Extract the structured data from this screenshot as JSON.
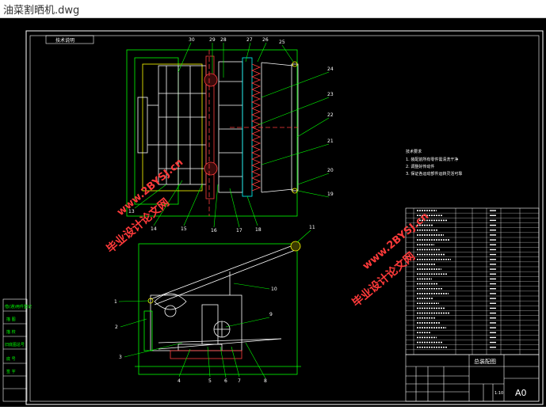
{
  "window": {
    "title": "油菜割晒机.dwg"
  },
  "drawing": {
    "frame_tag": "技术说明",
    "part_labels_top": [
      "30",
      "29",
      "28",
      "27",
      "26",
      "25",
      "24",
      "23",
      "22",
      "21",
      "20",
      "19",
      "18",
      "17",
      "16",
      "15",
      "14",
      "13"
    ],
    "part_labels_bottom": [
      "11",
      "10",
      "9",
      "8",
      "7",
      "6",
      "5",
      "4",
      "3",
      "2",
      "1"
    ],
    "watermark_line1": "www.2BYSJ.cn",
    "watermark_line2": "毕业设计论文网",
    "notes": {
      "heading": "技术要求",
      "lines": [
        "1. 装配前所有零件需清洗干净",
        "2. 调整好传动件",
        "3. 保证各运动部件运转灵活可靠"
      ]
    },
    "left_stamps": [
      "借(通)用件登记",
      "描 图",
      "描 校",
      "旧底图总号",
      "底 号",
      "签 字"
    ],
    "title_block": {
      "name": "总装配图",
      "size": "A0",
      "scale": "1:10"
    },
    "colors": {
      "background": "#000000",
      "lines": "#ffffff",
      "green": "#00ff00",
      "red": "#ff3b3b",
      "yellow": "#ffff00",
      "cyan": "#00ffff",
      "watermark": "#ff3a3a"
    }
  }
}
